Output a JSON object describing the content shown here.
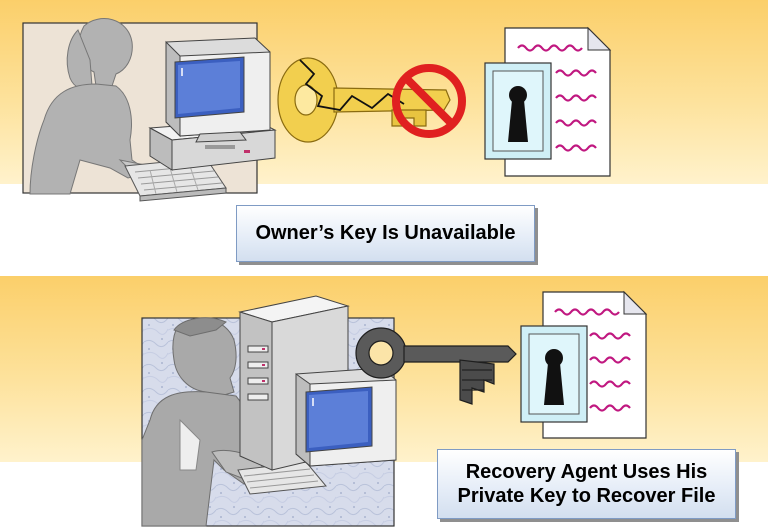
{
  "top": {
    "caption": "Owner’s Key Is Unavailable"
  },
  "bottom": {
    "caption_line1": "Recovery Agent Uses His",
    "caption_line2": "Private Key to Recover File"
  },
  "document_text": "~~~~"
}
